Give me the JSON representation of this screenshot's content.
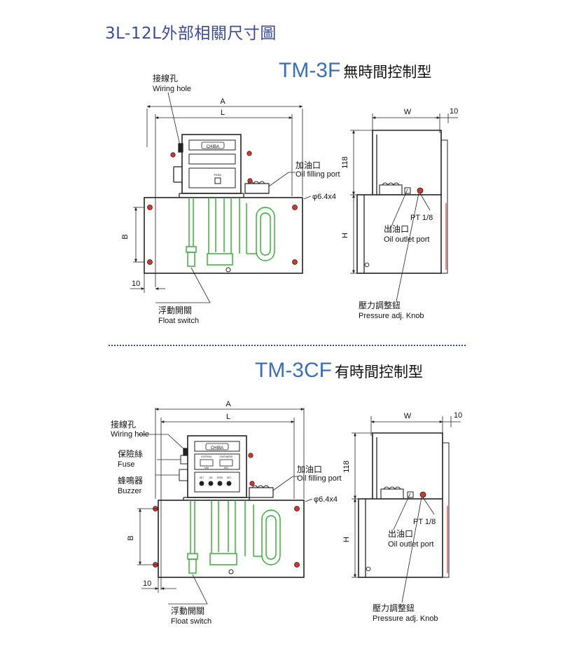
{
  "page_title": "3L-12L外部相關尺寸圖",
  "models": [
    {
      "code": "TM-3F",
      "desc": "無時間控制型",
      "brand_label": "CHIBA",
      "feed_label": "FEED",
      "callouts": {
        "wiring_cn": "接線孔",
        "wiring_en": "Wiring hole",
        "oil_fill_cn": "加油口",
        "oil_fill_en": "Oil filling port",
        "hole": "φ6.4x4",
        "float_cn": "浮動開關",
        "float_en": "Float switch",
        "pt": "PT 1/8",
        "outlet_cn": "出油口",
        "outlet_en": "Oil outlet port",
        "knob_cn": "壓力調整鈕",
        "knob_en": "Pressure adj. Knob"
      },
      "dims": {
        "A": "A",
        "L": "L",
        "B": "B",
        "ten_left": "10",
        "W": "W",
        "ten_right": "10",
        "h118": "118",
        "H": "H"
      }
    },
    {
      "code": "TM-3CF",
      "desc": "有時間控制型",
      "brand_label": "CHIBA",
      "panel_labels": [
        "INTERVAL",
        "DISCHARGE",
        "MIN",
        "SEC",
        "SET",
        "ON",
        "FEED",
        "RST"
      ],
      "callouts": {
        "wiring_cn": "接線孔",
        "wiring_en": "Wiring hole",
        "fuse_cn": "保險絲",
        "fuse_en": "Fuse",
        "buzzer_cn": "蜂鳴器",
        "buzzer_en": "Buzzer",
        "oil_fill_cn": "加油口",
        "oil_fill_en": "Oil filling port",
        "hole": "φ6.4x4",
        "float_cn": "浮動開關",
        "float_en": "Float switch",
        "pt": "PT 1/8",
        "outlet_cn": "出油口",
        "outlet_en": "Oil outlet port",
        "knob_cn": "壓力調整鈕",
        "knob_en": "Pressure adj. Knob"
      },
      "dims": {
        "A": "A",
        "L": "L",
        "B": "B",
        "ten_left": "10",
        "W": "W",
        "ten_right": "10",
        "h118": "118",
        "H": "H"
      }
    }
  ],
  "colors": {
    "title": "#3a4b9c",
    "model_code": "#3a6fb5",
    "green": "#2faa2f",
    "red": "#d9342b",
    "line": "#222222"
  }
}
